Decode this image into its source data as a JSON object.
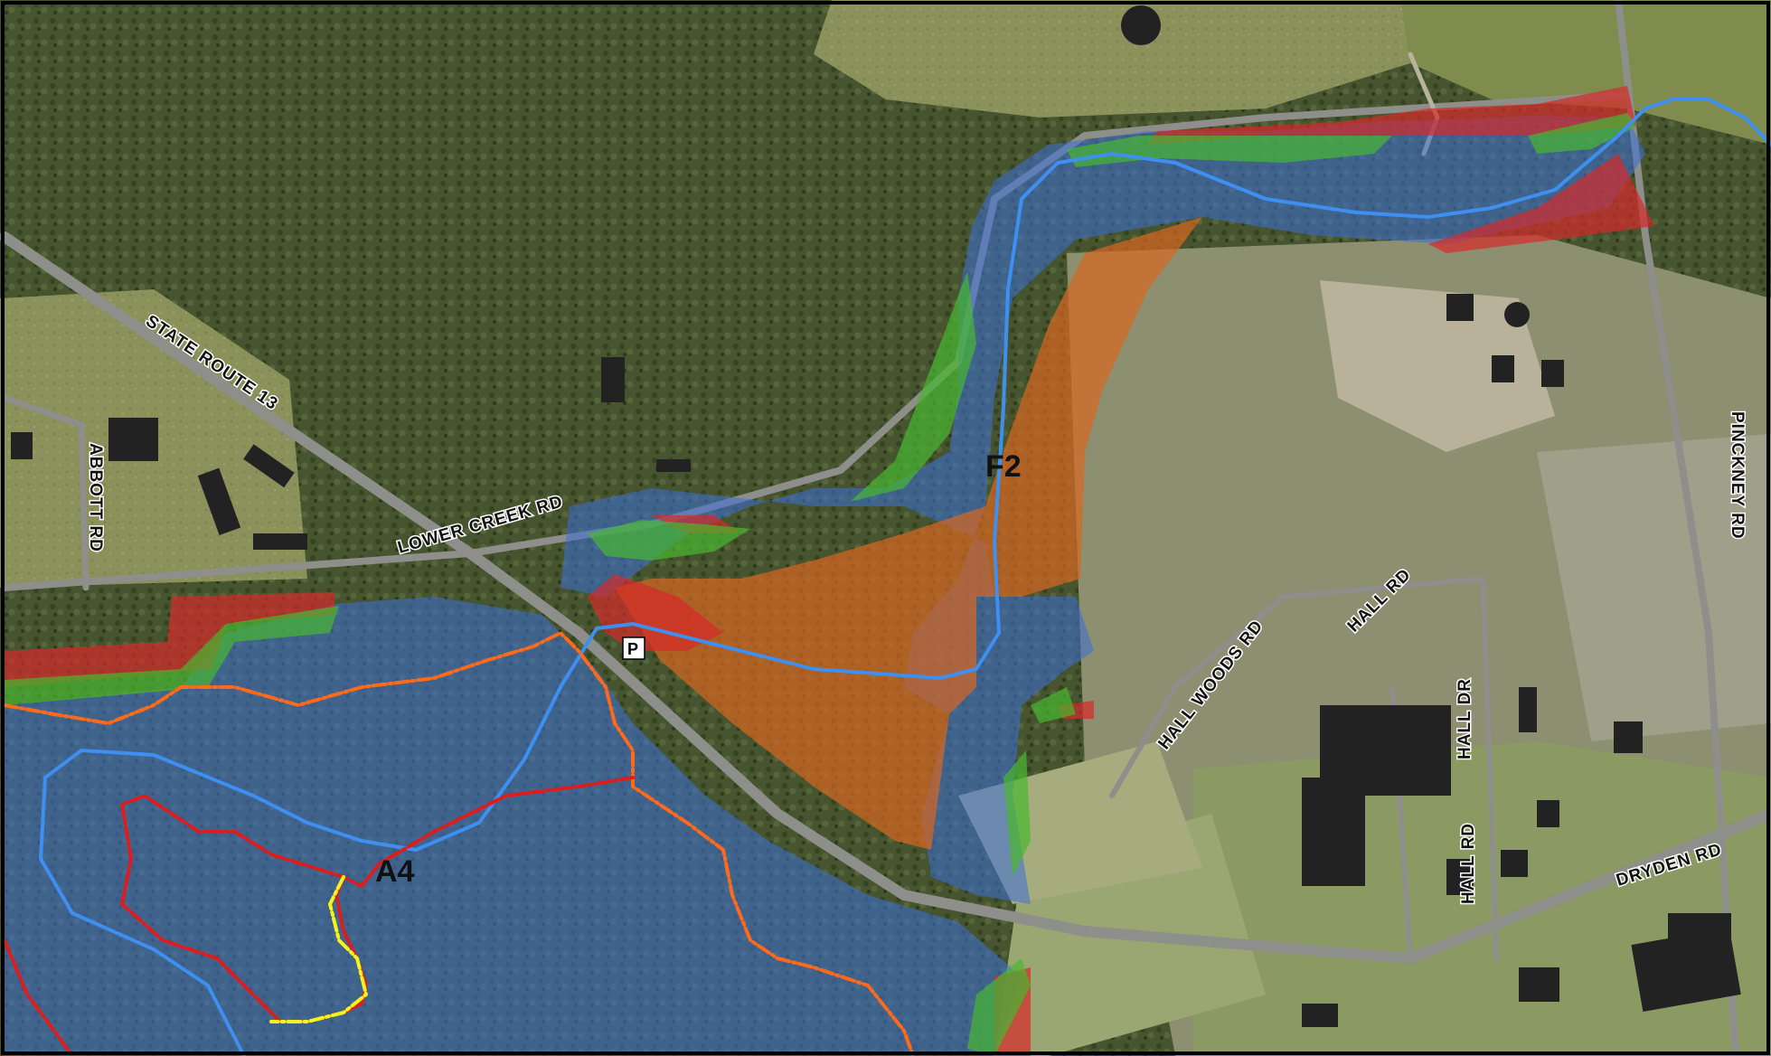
{
  "map": {
    "colors": {
      "imagery_base": "#6b7347",
      "forest": "#3f4f2c",
      "field": "#9aa06a",
      "road": "#8e8e8a",
      "blue_zone": "#3d6fd8",
      "orange_zone": "#d9661f",
      "red_zone": "#d62a2a",
      "green_zone": "#47b82f",
      "stream": "#3e8ff0",
      "trail_orange": "#ff6a1a",
      "trail_red": "#e01b1b",
      "trail_yellow": "#f4f41c",
      "building": "#222222"
    },
    "road_labels": {
      "state_route_13": "STATE ROUTE 13",
      "abbott_rd": "ABBOTT RD",
      "lower_creek_rd": "LOWER CREEK RD",
      "pinckney_rd": "PINCKNEY RD",
      "hall_rd_top": "HALL RD",
      "hall_woods_rd": "HALL WOODS RD",
      "hall_dr": "HALL DR",
      "hall_rd_bottom": "HALL RD",
      "dryden_rd": "DRYDEN RD"
    },
    "area_labels": {
      "f2": "F2",
      "a4": "A4"
    },
    "parking_marker": "P",
    "icons": {
      "parking": "parking-icon"
    }
  }
}
